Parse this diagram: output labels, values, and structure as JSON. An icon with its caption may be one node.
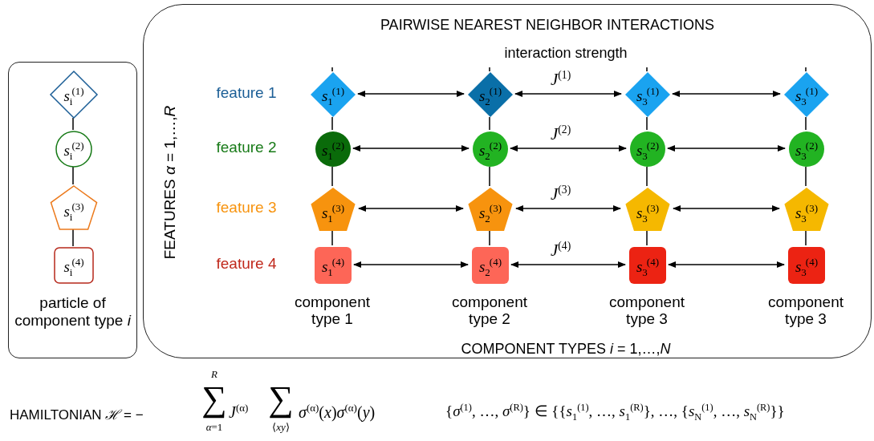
{
  "diagram": {
    "nodes": [
      {
        "text": [
          "particle of component type *i*"
        ]
      },
      {
        "text": [
          "*s*$_{i}$$^{(1)}$"
        ],
        "in": 0
      },
      {
        "text": [
          "*s*$_{i}$$^{(2)}$"
        ],
        "in": 0
      },
      {
        "text": [
          "*s*$_{i}$$^{(3)}$"
        ],
        "in": 0
      },
      {
        "text": [
          "*s*$_{i}$$^{(4)}$"
        ],
        "in": 0
      },
      {
        "text": [
          "PAIRWISE NEAREST NEIGHBOR INTERACTIONS"
        ]
      },
      {
        "text": [
          "*s*$_{1}$$^{(1)}$"
        ],
        "in": 5
      },
      {
        "text": [
          "*s*$_{2}$$^{(1)}$"
        ],
        "in": 5
      },
      {
        "text": [
          "*s*$_{3}$$^{(1)}$"
        ],
        "in": 5
      },
      {
        "text": [
          "*s*$_{3}$$^{(1)}$"
        ],
        "in": 5
      },
      {
        "text": [
          "*s*$_{1}$$^{(2)}$"
        ],
        "in": 5
      },
      {
        "text": [
          "*s*$_{2}$$^{(2)}$"
        ],
        "in": 5
      },
      {
        "text": [
          "*s*$_{3}$$^{(2)}$"
        ],
        "in": 5
      },
      {
        "text": [
          "*s*$_{3}$$^{(2)}$"
        ],
        "in": 5
      },
      {
        "text": [
          "*s*$_{1}$$^{(3)}$"
        ],
        "in": 5
      },
      {
        "text": [
          "*s*$_{2}$$^{(3)}$"
        ],
        "in": 5
      },
      {
        "text": [
          "*s*$_{3}$$^{(3)}$"
        ],
        "in": 5
      },
      {
        "text": [
          "*s*$_{3}$$^{(3)}$"
        ],
        "in": 5
      },
      {
        "text": [
          "*s*$_{1}$$^{(4)}$"
        ],
        "in": 5
      },
      {
        "text": [
          "*s*$_{2}$$^{(4)}$"
        ],
        "in": 5
      },
      {
        "text": [
          "*s*$_{3}$$^{(4)}$"
        ],
        "in": 5
      },
      {
        "text": [
          "*s*$_{3}$$^{(4)}$"
        ],
        "in": 5
      }
    ],
    "edges": [
      {
        "from": 1,
        "to": 2,
        "arrow": "none"
      },
      {
        "from": 2,
        "to": 3,
        "arrow": "none"
      },
      {
        "from": 3,
        "to": 4,
        "arrow": "none"
      },
      {
        "from": 6,
        "to": 7,
        "arrow": "both"
      },
      {
        "from": 7,
        "to": 8,
        "arrow": "both",
        "label": "*J*$^{(1)}$"
      },
      {
        "from": 8,
        "to": 9,
        "arrow": "both"
      },
      {
        "from": 10,
        "to": 11,
        "arrow": "both"
      },
      {
        "from": 11,
        "to": 12,
        "arrow": "both",
        "label": "*J*$^{(2)}$"
      },
      {
        "from": 12,
        "to": 13,
        "arrow": "both"
      },
      {
        "from": 14,
        "to": 15,
        "arrow": "both"
      },
      {
        "from": 15,
        "to": 16,
        "arrow": "both",
        "label": "*J*$^{(3)}$"
      },
      {
        "from": 16,
        "to": 17,
        "arrow": "both"
      },
      {
        "from": 18,
        "to": 19,
        "arrow": "both"
      },
      {
        "from": 19,
        "to": 20,
        "arrow": "both",
        "label": "*J*$^{(4)}$"
      },
      {
        "from": 20,
        "to": 21,
        "arrow": "both"
      },
      {
        "from": 6,
        "to": 10,
        "arrow": "none"
      },
      {
        "from": 10,
        "to": 14,
        "arrow": "none"
      },
      {
        "from": 14,
        "to": 18,
        "arrow": "none"
      },
      {
        "from": 7,
        "to": 11,
        "arrow": "none"
      },
      {
        "from": 11,
        "to": 15,
        "arrow": "none"
      },
      {
        "from": 15,
        "to": 19,
        "arrow": "none"
      },
      {
        "from": 8,
        "to": 12,
        "arrow": "none"
      },
      {
        "from": 12,
        "to": 16,
        "arrow": "none"
      },
      {
        "from": 16,
        "to": 20,
        "arrow": "none"
      },
      {
        "from": 9,
        "to": 13,
        "arrow": "none"
      },
      {
        "from": 13,
        "to": 17,
        "arrow": "none"
      },
      {
        "from": 17,
        "to": 21,
        "arrow": "none"
      }
    ],
    "labels": [
      "interaction strength",
      "FEATURES *α* = 1,…,*R*",
      "feature 1",
      "feature 2",
      "feature 3",
      "feature 4",
      "component type 1",
      "component type 2",
      "component type 3",
      "component type 3",
      "COMPONENT TYPES *i* = 1,…,*N*",
      "HAMILTONIAN *ℋ* = −",
      "*R*",
      "∑",
      "*α*=1",
      "*J*$^{(α)}$",
      "∑",
      "⟨*xy*⟩",
      "*σ*$^{(α)}$(*x*)*σ*$^{(α)}$(*y*)",
      "{*σ*$^{(1)}$, …, *σ*$^{(R)}$} ∈ {{*s*$_{1}$$^{(1)}$, …, *s*$_{1}$$^{(R)}$}, …, {*s*$_{N}$$^{(1)}$, …, *s*$_{N}$$^{(R)}$}}"
    ]
  }
}
